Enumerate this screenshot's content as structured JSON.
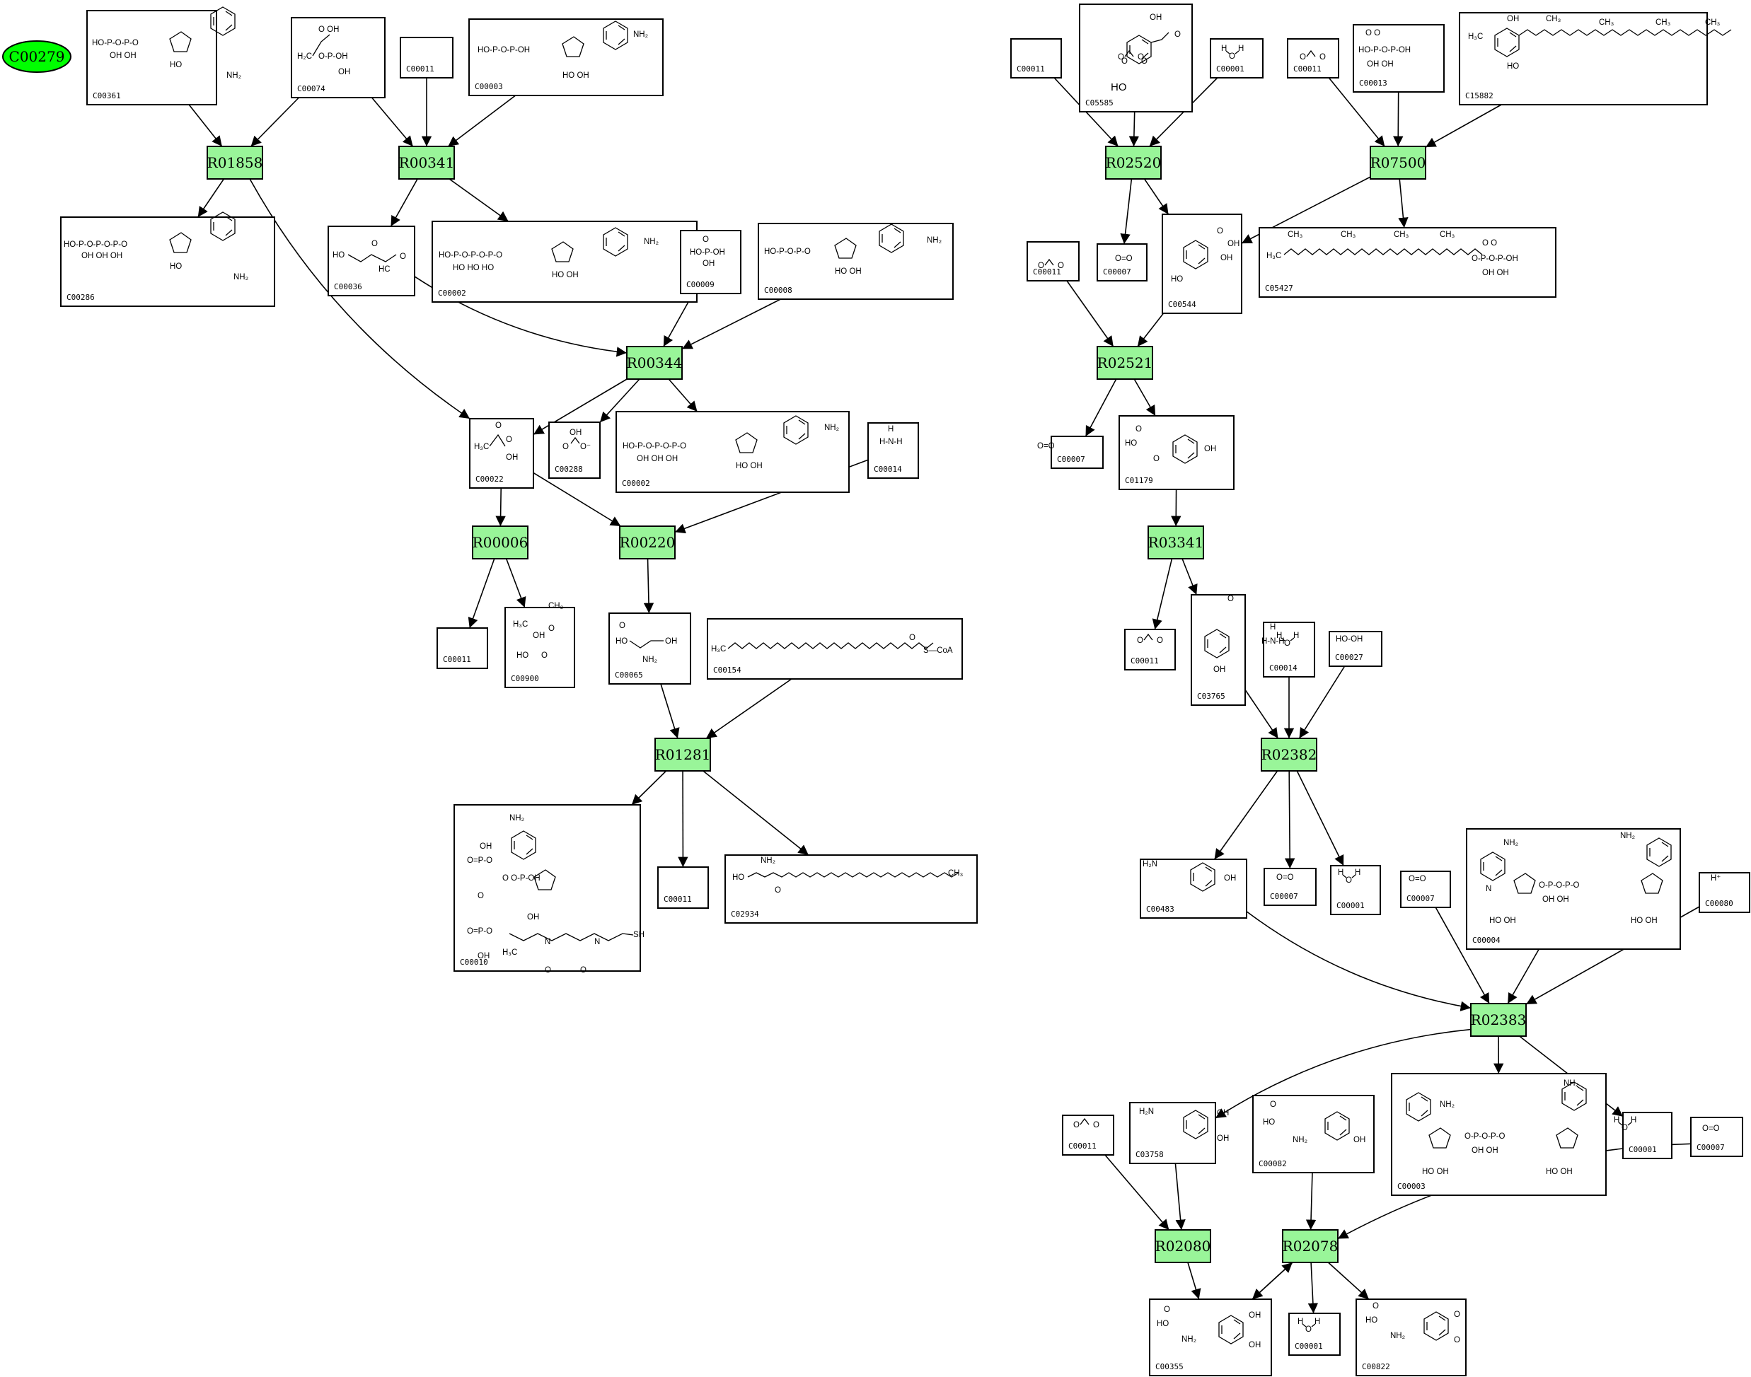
{
  "source_node": {
    "id": "C00279",
    "color": "#00ff00"
  },
  "colors": {
    "reaction_fill": "#99f599",
    "compound_fill": "#ffffff",
    "edge": "#000000"
  },
  "reactions": [
    {
      "id": "R01858"
    },
    {
      "id": "R00341"
    },
    {
      "id": "R00344"
    },
    {
      "id": "R00006"
    },
    {
      "id": "R00220"
    },
    {
      "id": "R01281"
    },
    {
      "id": "R02520"
    },
    {
      "id": "R07500"
    },
    {
      "id": "R02521"
    },
    {
      "id": "R03341"
    },
    {
      "id": "R02382"
    },
    {
      "id": "R02383"
    },
    {
      "id": "R02080"
    },
    {
      "id": "R02078"
    }
  ],
  "compounds": [
    {
      "key": "c00361",
      "id": "C00361",
      "structure": "HO-P-O-P-O-dGuo (dGDP)"
    },
    {
      "key": "c00074",
      "id": "C00074",
      "structure": "phosphoenolpyruvate"
    },
    {
      "key": "c00011a",
      "id": "C00011",
      "structure": "O=C=O"
    },
    {
      "key": "c00003a",
      "id": "C00003",
      "structure": "ADP"
    },
    {
      "key": "c00286",
      "id": "C00286",
      "structure": "dGTP"
    },
    {
      "key": "c00036",
      "id": "C00036",
      "structure": "oxaloacetate"
    },
    {
      "key": "c00002a",
      "id": "C00002",
      "structure": "ATP"
    },
    {
      "key": "c00009",
      "id": "C00009",
      "structure": "phosphate"
    },
    {
      "key": "c00008",
      "id": "C00008",
      "structure": "ADP"
    },
    {
      "key": "c00022",
      "id": "C00022",
      "structure": "pyruvate"
    },
    {
      "key": "c00288",
      "id": "C00288",
      "structure": "HCO3-"
    },
    {
      "key": "c00002b",
      "id": "C00002",
      "structure": "ATP"
    },
    {
      "key": "c00014a",
      "id": "C00014",
      "structure": "NH3"
    },
    {
      "key": "c00011b",
      "id": "C00011",
      "structure": "O=C=O"
    },
    {
      "key": "c00900",
      "id": "C00900",
      "structure": "acetolactate"
    },
    {
      "key": "c00065",
      "id": "C00065",
      "structure": "serine"
    },
    {
      "key": "c00154",
      "id": "C00154",
      "structure": "palmitoyl-CoA"
    },
    {
      "key": "c00010",
      "id": "C00010",
      "structure": "CoA"
    },
    {
      "key": "c00011c",
      "id": "C00011",
      "structure": "O=C=O"
    },
    {
      "key": "c02934",
      "id": "C02934",
      "structure": "3-dehydrosphinganine"
    },
    {
      "key": "c00011d",
      "id": "C00011",
      "structure": "O=C=O"
    },
    {
      "key": "c05585",
      "id": "C05585",
      "structure": "gentisate aldehyde"
    },
    {
      "key": "c00001a",
      "id": "C00001",
      "structure": "H2O"
    },
    {
      "key": "c00011e",
      "id": "C00011",
      "structure": "O=C=O"
    },
    {
      "key": "c00013",
      "id": "C00013",
      "structure": "diphosphate"
    },
    {
      "key": "c15882",
      "id": "C15882",
      "structure": "phytyl-hydroquinone"
    },
    {
      "key": "c00007a",
      "id": "C00007",
      "structure": "O=O"
    },
    {
      "key": "c00544",
      "id": "C00544",
      "structure": "homogentisate"
    },
    {
      "key": "c05427",
      "id": "C05427",
      "structure": "phytyl diphosphate"
    },
    {
      "key": "c00011f",
      "id": "C00011",
      "structure": "O=C=O"
    },
    {
      "key": "c00007b",
      "id": "C00007",
      "structure": "O=O"
    },
    {
      "key": "c01179",
      "id": "C01179",
      "structure": "4-hydroxyphenylpyruvate"
    },
    {
      "key": "c00011g",
      "id": "C00011",
      "structure": "O=C=O"
    },
    {
      "key": "c03765",
      "id": "C03765",
      "structure": "4-hydroxyphenylacetaldehyde"
    },
    {
      "key": "c00014b",
      "id": "C00014",
      "structure": "NH3"
    },
    {
      "key": "c00027",
      "id": "C00027",
      "structure": "HO-OH"
    },
    {
      "key": "c00483",
      "id": "C00483",
      "structure": "tyramine"
    },
    {
      "key": "c00007c",
      "id": "C00007",
      "structure": "O=O"
    },
    {
      "key": "c00001b",
      "id": "C00001",
      "structure": "H2O"
    },
    {
      "key": "c00007d",
      "id": "C00007",
      "structure": "O=O"
    },
    {
      "key": "c00004",
      "id": "C00004",
      "structure": "NADH"
    },
    {
      "key": "c00080",
      "id": "C00080",
      "structure": "H+"
    },
    {
      "key": "c00011h",
      "id": "C00011",
      "structure": "O=C=O"
    },
    {
      "key": "c03758",
      "id": "C03758",
      "structure": "dopamine"
    },
    {
      "key": "c00082",
      "id": "C00082",
      "structure": "tyrosine"
    },
    {
      "key": "c00003b",
      "id": "C00003",
      "structure": "NAD+"
    },
    {
      "key": "c00001c",
      "id": "C00001",
      "structure": "H2O"
    },
    {
      "key": "c00007e",
      "id": "C00007",
      "structure": "O=O"
    },
    {
      "key": "c00355",
      "id": "C00355",
      "structure": "L-DOPA"
    },
    {
      "key": "c00001d",
      "id": "C00001",
      "structure": "H2O"
    },
    {
      "key": "c00822",
      "id": "C00822",
      "structure": "dopaquinone"
    }
  ],
  "edges": [
    [
      "c00361",
      "R01858"
    ],
    [
      "c00074",
      "R01858"
    ],
    [
      "R01858",
      "c00286"
    ],
    [
      "R01858",
      "c00022"
    ],
    [
      "c00074",
      "R00341"
    ],
    [
      "c00011a",
      "R00341"
    ],
    [
      "c00003a",
      "R00341"
    ],
    [
      "R00341",
      "c00036"
    ],
    [
      "R00341",
      "c00002a"
    ],
    [
      "c00036",
      "R00344"
    ],
    [
      "c00009",
      "R00344"
    ],
    [
      "c00008",
      "R00344"
    ],
    [
      "R00344",
      "c00022"
    ],
    [
      "R00344",
      "c00288"
    ],
    [
      "R00344",
      "c00002b"
    ],
    [
      "c00022",
      "R00006"
    ],
    [
      "R00006",
      "c00011b"
    ],
    [
      "R00006",
      "c00900"
    ],
    [
      "c00022",
      "R00220"
    ],
    [
      "c00014a",
      "R00220"
    ],
    [
      "R00220",
      "c00065"
    ],
    [
      "c00065",
      "R01281"
    ],
    [
      "c00154",
      "R01281"
    ],
    [
      "R01281",
      "c00010"
    ],
    [
      "R01281",
      "c00011c"
    ],
    [
      "R01281",
      "c02934"
    ],
    [
      "c00011d",
      "R02520"
    ],
    [
      "c05585",
      "R02520"
    ],
    [
      "c00001a",
      "R02520"
    ],
    [
      "R02520",
      "c00007a"
    ],
    [
      "R02520",
      "c00544"
    ],
    [
      "c00011e",
      "R07500"
    ],
    [
      "c00013",
      "R07500"
    ],
    [
      "c15882",
      "R07500"
    ],
    [
      "R07500",
      "c00544"
    ],
    [
      "R07500",
      "c05427"
    ],
    [
      "c00011f",
      "R02521"
    ],
    [
      "c00544",
      "R02521"
    ],
    [
      "R02521",
      "c00007b"
    ],
    [
      "R02521",
      "c01179"
    ],
    [
      "c01179",
      "R03341"
    ],
    [
      "R03341",
      "c00011g"
    ],
    [
      "R03341",
      "c03765"
    ],
    [
      "c03765",
      "R02382"
    ],
    [
      "c00014b",
      "R02382"
    ],
    [
      "c00027",
      "R02382"
    ],
    [
      "R02382",
      "c00483"
    ],
    [
      "R02382",
      "c00007c"
    ],
    [
      "R02382",
      "c00001b"
    ],
    [
      "c00483",
      "R02383"
    ],
    [
      "c00007d",
      "R02383"
    ],
    [
      "c00004",
      "R02383"
    ],
    [
      "c00080",
      "R02383"
    ],
    [
      "R02383",
      "c03758"
    ],
    [
      "R02383",
      "c00003b"
    ],
    [
      "R02383",
      "c00001c"
    ],
    [
      "c00011h",
      "R02080"
    ],
    [
      "c03758",
      "R02080"
    ],
    [
      "R02080",
      "c00355"
    ],
    [
      "c00082",
      "R02078"
    ],
    [
      "c00007e",
      "R02078"
    ],
    [
      "c00355",
      "R02078"
    ],
    [
      "R02078",
      "c00355"
    ],
    [
      "R02078",
      "c00001d"
    ],
    [
      "R02078",
      "c00822"
    ]
  ]
}
